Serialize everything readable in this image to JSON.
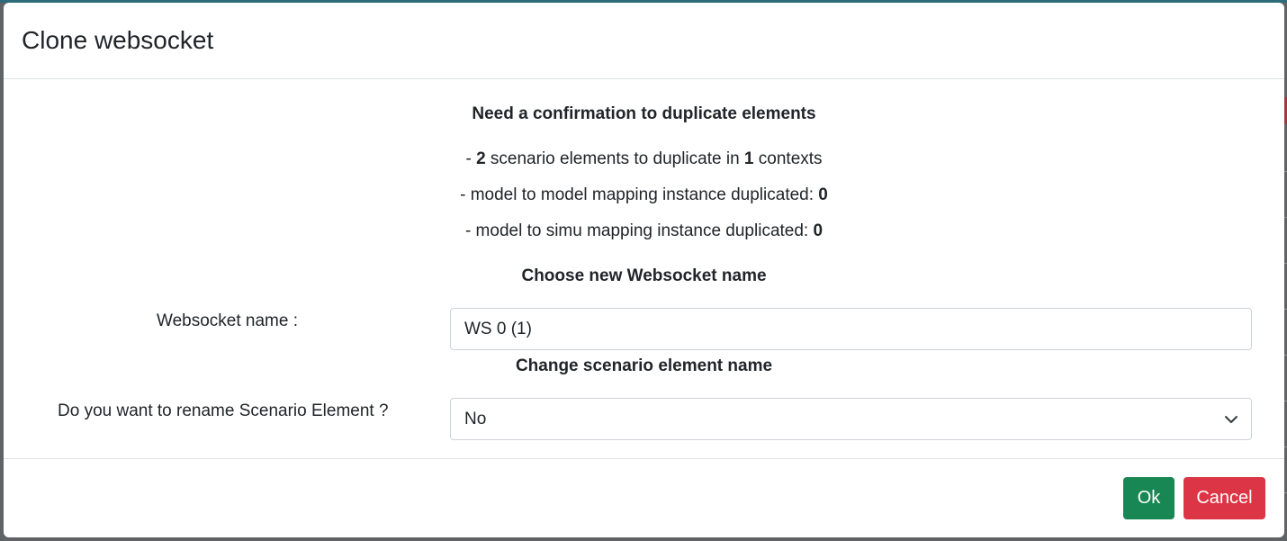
{
  "dialog": {
    "title": "Clone websocket",
    "confirmation_heading": "Need a confirmation to duplicate elements",
    "summary": {
      "line1_prefix": "- ",
      "scenario_count": "2",
      "line1_mid": " scenario elements to duplicate in ",
      "context_count": "1",
      "line1_suffix": " contexts",
      "line2_text": "- model to model mapping instance duplicated: ",
      "line2_value": "0",
      "line3_text": "- model to simu mapping instance duplicated: ",
      "line3_value": "0"
    },
    "name_section": {
      "heading": "Choose new Websocket name",
      "label": "Websocket name :",
      "value": "WS 0 (1)"
    },
    "rename_section": {
      "heading": "Change scenario element name",
      "label": "Do you want to rename Scenario Element ?",
      "selected": "No",
      "chevron_icon": "chevron-down-icon"
    },
    "buttons": {
      "ok": "Ok",
      "cancel": "Cancel"
    },
    "colors": {
      "ok": "#198754",
      "cancel": "#dc3545"
    }
  }
}
